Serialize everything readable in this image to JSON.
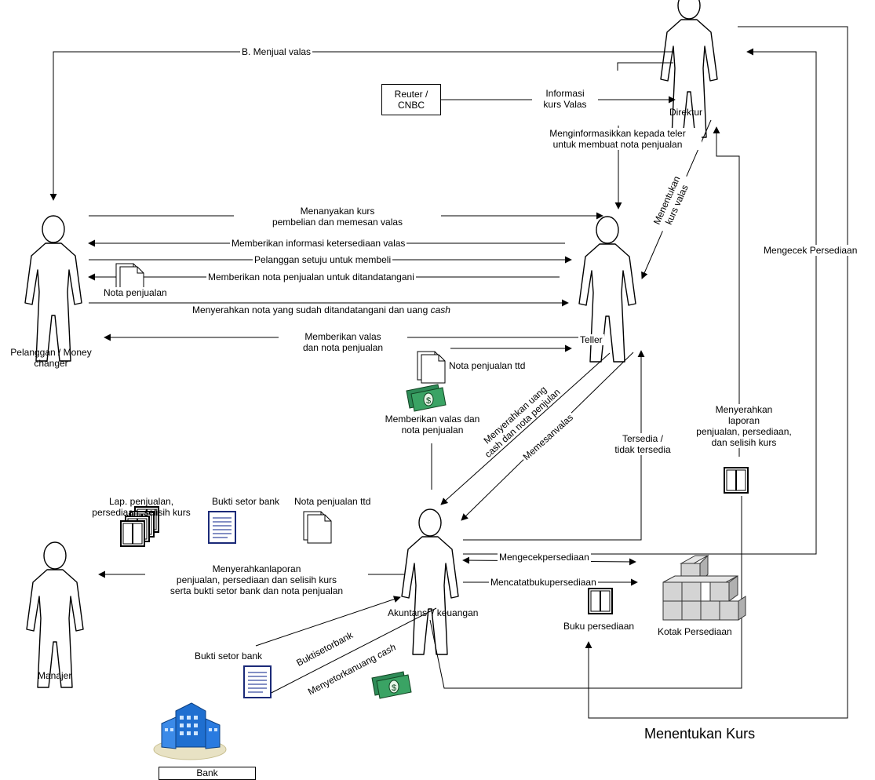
{
  "actors": {
    "direktur": "Direktur",
    "teller": "Teller",
    "pelanggan": "Pelanggan / Money\nchanger",
    "akuntansi": "Akuntansi / keuangan",
    "manajer": "Manajer",
    "bank": "Bank"
  },
  "boxes": {
    "reuter": "Reuter /\nCNBC",
    "bank_label": "Bank"
  },
  "flows": {
    "menjual_valas": "B. Menjual valas",
    "informasi_kurs": "Informasi\nkurs Valas",
    "menginformasikan": "Menginformasikkan kepada teler\nuntuk membuat nota penjualan",
    "menentukan_kurs_valas": "Menentukan\nkurs valas",
    "mengecek_persediaan_right": "Mengecek  Persediaan",
    "menanyakan_kurs": "Menanyakan kurs\npembelian dan memesan valas",
    "memberikan_informasi": "Memberikan informasi ketersediaan valas",
    "pelanggan_setuju": "Pelanggan setuju untuk membeli",
    "memberikan_nota": "Memberikan nota penjualan untuk ditandatangani",
    "menyerahkan_nota": "Menyerahkan nota yang sudah ditandatangani dan uang ",
    "menyerahkan_nota_cash": "cash",
    "memberikan_valas": "Memberikan valas\ndan nota penjualan",
    "menyerahkan_uang": "Menyerahkan uang\ncash dan nota penjulan",
    "memesan_valas": "Memesanvalas",
    "tersedia": "Tersedia /\ntidak tersedia",
    "menyerahkan_laporan": "Menyerahkan\nlaporan\npenjualan, persediaan,\ndan selisih kurs",
    "memberikan_valas_nota": "Memberikan valas dan\nnota penjualan",
    "mengecek_persediaan": "Mengecekpersediaan",
    "mencatat": "Mencatatbukupersediaan",
    "menyerahkan_laporan_manajer": "Menyerahkanlaporan\npenjualan, persediaan dan selisih kurs\nserta bukti setor bank dan nota penjualan",
    "bukti_setor_flow": "Buktisetorbank",
    "menyetorkan_uang": "Menyetorkanuang ",
    "menyetorkan_cash": "cash",
    "menentukan_kurs_bottom": "Menentukan Kurs"
  },
  "documents": {
    "nota_penjualan": "Nota penjualan",
    "nota_penjualan_ttd": "Nota penjualan ttd",
    "nota_penjualan_ttd_2": "Nota penjualan ttd",
    "bukti_setor_bank": "Bukti setor bank",
    "bukti_setor_bank_2": "Bukti setor bank",
    "lap_penjualan": "Lap. penjualan,\npersediaan, selisih kurs",
    "buku_persediaan": "Buku persediaan",
    "kotak_persediaan": "Kotak Persediaan"
  }
}
